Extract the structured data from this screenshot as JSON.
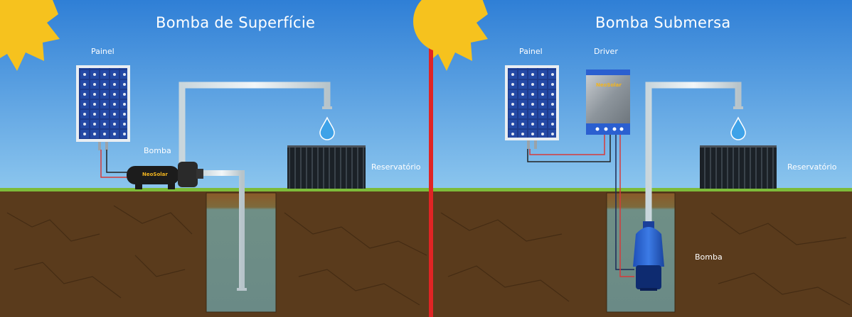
{
  "colors": {
    "sky_top": "#2f7fd6",
    "sky_bottom": "#8cc6ee",
    "ground": "#5a3b1c",
    "grass": "#7dbb3a",
    "divider": "#e02424",
    "sun": "#f6c21e",
    "water": "#7aa6ad",
    "panel": "#1f3f91",
    "brand": "#f3b51f"
  },
  "left": {
    "title": "Bomba de Superfície",
    "panel_label": "Painel",
    "pump_label": "Bomba",
    "reservoir_label": "Reservatório",
    "pump_brand": "NeoSolar"
  },
  "right": {
    "title": "Bomba Submersa",
    "panel_label": "Painel",
    "driver_label": "Driver",
    "reservoir_label": "Reservatório",
    "pump_label": "Bomba",
    "driver_brand": "NeoSolar"
  },
  "icons": [
    "sun-icon",
    "solar-panel-icon",
    "water-drop-icon",
    "surface-pump-icon",
    "submersible-pump-icon",
    "water-tank-icon",
    "driver-box-icon"
  ]
}
